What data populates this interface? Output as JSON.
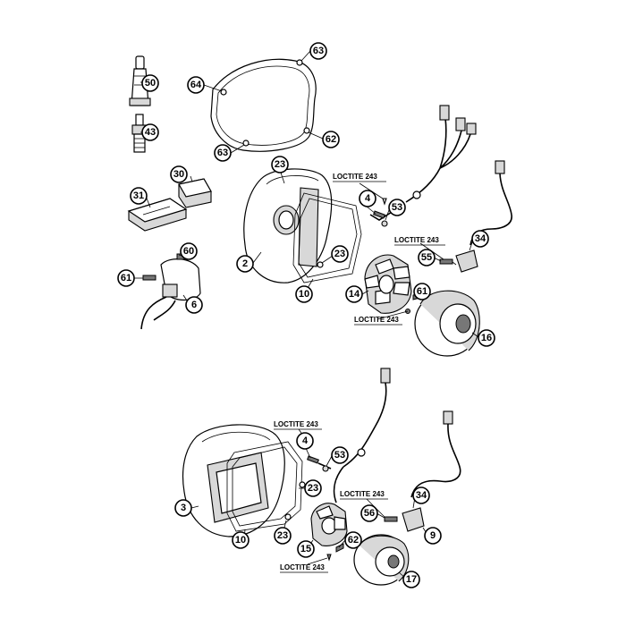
{
  "diagram": {
    "callouts": [
      {
        "id": "c63a",
        "label": "63"
      },
      {
        "id": "c64",
        "label": "64"
      },
      {
        "id": "c63b",
        "label": "63"
      },
      {
        "id": "c62",
        "label": "62"
      },
      {
        "id": "c50",
        "label": "50"
      },
      {
        "id": "c43",
        "label": "43"
      },
      {
        "id": "c30",
        "label": "30"
      },
      {
        "id": "c31",
        "label": "31"
      },
      {
        "id": "c60",
        "label": "60"
      },
      {
        "id": "c61a",
        "label": "61"
      },
      {
        "id": "c6",
        "label": "6"
      },
      {
        "id": "c23a",
        "label": "23"
      },
      {
        "id": "c2",
        "label": "2"
      },
      {
        "id": "c23b",
        "label": "23"
      },
      {
        "id": "c10a",
        "label": "10"
      },
      {
        "id": "c4a",
        "label": "4"
      },
      {
        "id": "c53a",
        "label": "53"
      },
      {
        "id": "c14",
        "label": "14"
      },
      {
        "id": "c61b",
        "label": "61"
      },
      {
        "id": "c55",
        "label": "55"
      },
      {
        "id": "c34a",
        "label": "34"
      },
      {
        "id": "c16",
        "label": "16"
      },
      {
        "id": "c4b",
        "label": "4"
      },
      {
        "id": "c53b",
        "label": "53"
      },
      {
        "id": "c3",
        "label": "3"
      },
      {
        "id": "c23c",
        "label": "23"
      },
      {
        "id": "c10b",
        "label": "10"
      },
      {
        "id": "c23d",
        "label": "23"
      },
      {
        "id": "c15",
        "label": "15"
      },
      {
        "id": "c62b",
        "label": "62"
      },
      {
        "id": "c56",
        "label": "56"
      },
      {
        "id": "c34b",
        "label": "34"
      },
      {
        "id": "c9",
        "label": "9"
      },
      {
        "id": "c17",
        "label": "17"
      }
    ],
    "notes": [
      {
        "id": "n1",
        "text": "LOCTITE 243"
      },
      {
        "id": "n2",
        "text": "LOCTITE 243"
      },
      {
        "id": "n3",
        "text": "LOCTITE 243"
      },
      {
        "id": "n4",
        "text": "LOCTITE 243"
      },
      {
        "id": "n5",
        "text": "LOCTITE 243"
      },
      {
        "id": "n6",
        "text": "LOCTITE 243"
      }
    ]
  }
}
